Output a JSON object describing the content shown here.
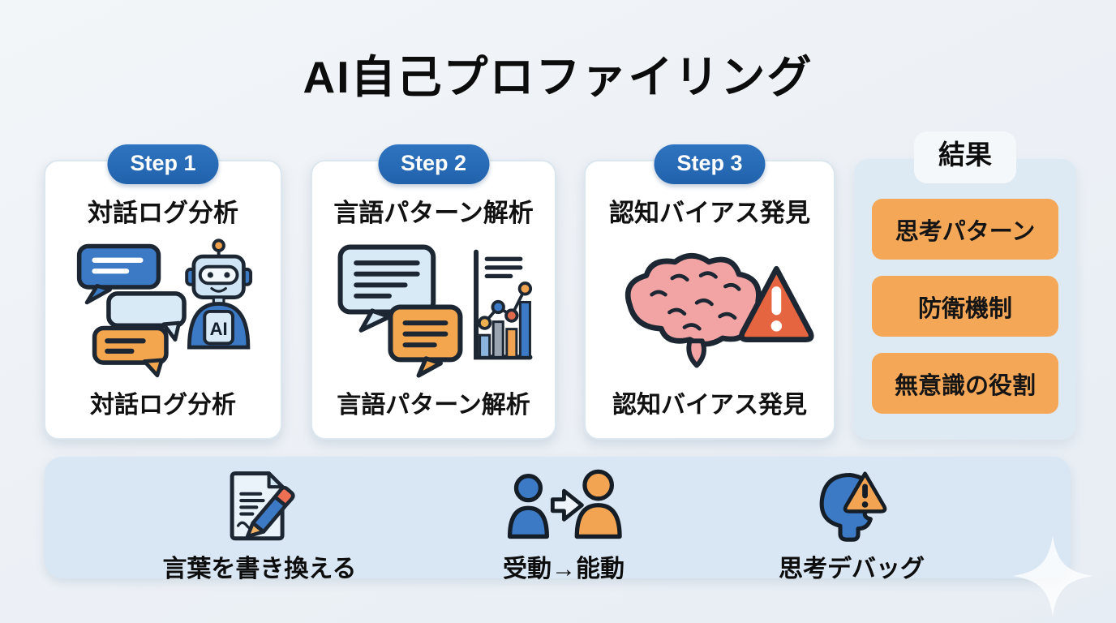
{
  "title": "AI自己プロファイリング",
  "steps": [
    {
      "badge": "Step 1",
      "heading": "対話ログ分析",
      "caption": "対話ログ分析",
      "icon": "chat-robot-icon",
      "robot_label": "AI"
    },
    {
      "badge": "Step 2",
      "heading": "言語パターン解析",
      "caption": "言語パターン解析",
      "icon": "speech-chart-icon"
    },
    {
      "badge": "Step 3",
      "heading": "認知バイアス発見",
      "caption": "認知バイアス発見",
      "icon": "brain-warning-icon"
    }
  ],
  "results": {
    "header": "結果",
    "items": [
      {
        "label": "思考パターン"
      },
      {
        "label": "防衛機制"
      },
      {
        "label": "無意識の役割"
      }
    ]
  },
  "bottom_band": {
    "items": [
      {
        "label": "言葉を書き換える",
        "icon": "document-pencil-icon"
      },
      {
        "label": "受動→能動",
        "icon": "person-arrow-icon"
      },
      {
        "label": "思考デバッグ",
        "icon": "head-warning-icon"
      }
    ]
  },
  "colors": {
    "badge_blue": "#2a6cb7",
    "accent_orange": "#f5a758",
    "panel_blue": "#dde9f3",
    "band_blue": "#d9e6f3",
    "warning_red": "#e4653f",
    "brain_pink": "#f2a3a3",
    "bubble_blue": "#3c7ac6",
    "bubble_light": "#d9eaf7",
    "outline_dark": "#1c2733"
  }
}
